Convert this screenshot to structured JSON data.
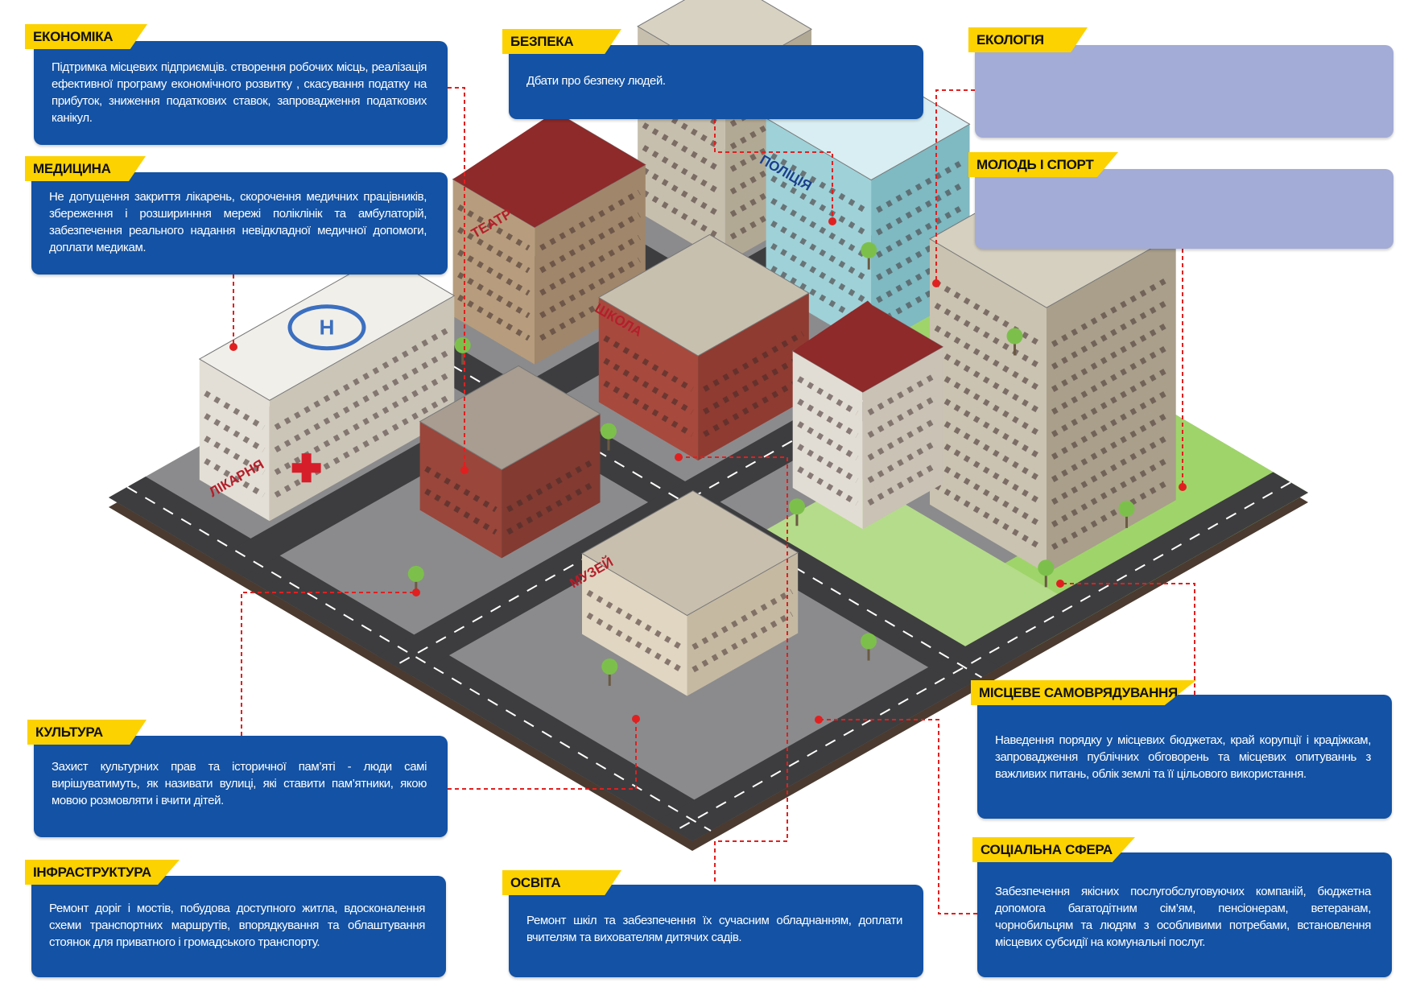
{
  "sections": {
    "economy": {
      "title": "ЕКОНОМІКА",
      "text": "Підтримка місцевих підприємців. створення робочих місць, реалізація ефективної програму економічного розвитку , скасування податку на прибуток, зниження податкових ставок, запровадження податкових канікул."
    },
    "medicine": {
      "title": "МЕДИЦИНА",
      "text": "Не допущення закриття лікарень, скорочення медичних працівників, збереження і розширинння мережі поліклінік та амбулаторій, забезпечення реального надання невідкладної медичної допомоги, доплати медикам."
    },
    "security": {
      "title": "БЕЗПЕКА",
      "text": "Дбати про безпеку людей."
    },
    "ecology": {
      "title": "ЕКОЛОГІЯ",
      "text": ""
    },
    "youth_sport": {
      "title": "МОЛОДЬ І СПОРТ",
      "text": ""
    },
    "culture": {
      "title": "КУЛЬТУРА",
      "text": "Захист культурних прав та історичної пам’яті - люди самі вирішуватимуть, як називати вулиці, які ставити пам’ятники, якою мовою розмовляти і вчити дітей."
    },
    "infrastructure": {
      "title": "ІНФРАСТРУКТУРА",
      "text": "Ремонт доріг і мостів, побудова доступного житла, вдосконалення схеми транспортних маршрутів, впорядкування та облаштування стоянок для приватного і громадського транспорту."
    },
    "education": {
      "title": "ОСВІТА",
      "text": "Ремонт шкіл та забезпечення  їх сучасним обладнанням, доплати вчителям та вихователям дитячих садів."
    },
    "local_government": {
      "title": "МІСЦЕВЕ САМОВРЯДУВАННЯ",
      "text": "Наведення порядку  у місцевих бюджетах, край корупції і крадіжкам, запровадження публічних обговорень та місцевих опитуваннь з важливих питань, облік землі та її цільового використання."
    },
    "social": {
      "title": "СОЦІАЛЬНА СФЕРА",
      "text": "Забезпечення якісних послугобслуговуючих компаній, бюджетна допомога багатодітним сім’ям, пенсіонерам, ветеранам, чорнобильцям та людям з особливими потребами, встановлення місцевих субсидії на комунальні послуг."
    }
  },
  "city_labels": {
    "theatre": "ТЕАТР",
    "hospital": "ЛІКАРНЯ",
    "school": "ШКОЛА",
    "police": "ПОЛІЦІЯ",
    "museum": "МУЗЕЙ",
    "helipad": "H"
  },
  "colors": {
    "box_blue": "#1352a4",
    "box_empty": "#a3acd6",
    "tag_yellow": "#fcd200",
    "connector_red": "#e02020",
    "roof_red": "#8e2a2a",
    "grass": "#9fd46a",
    "road": "#3d3d3f"
  }
}
